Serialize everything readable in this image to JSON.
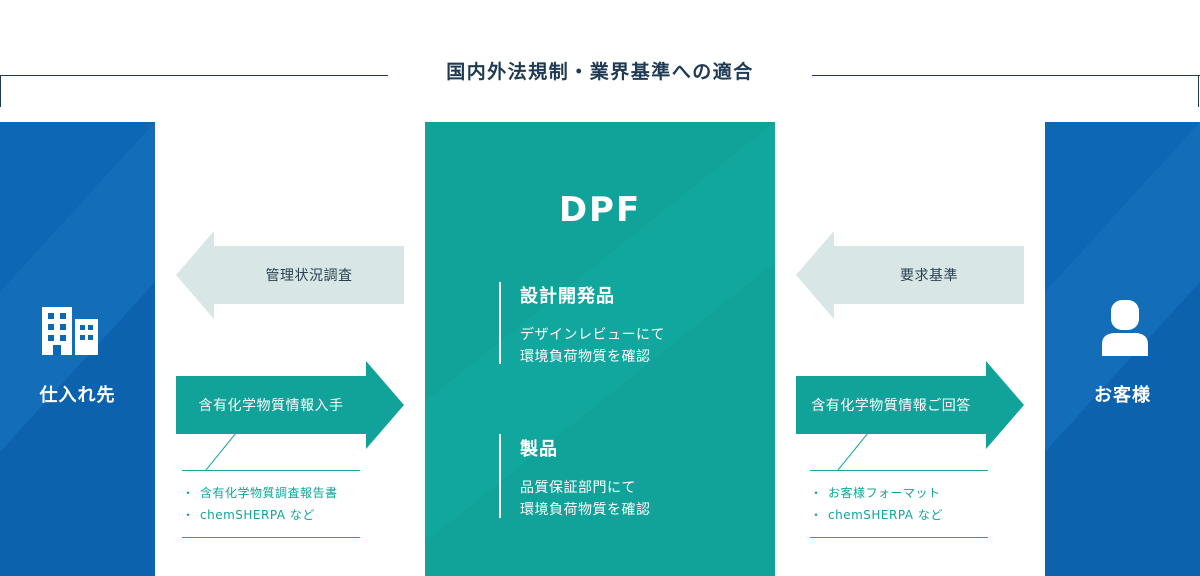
{
  "header": {
    "title": "国内外法規制・業界基準への適合"
  },
  "supplier": {
    "label": "仕入れ先",
    "icon": "building-icon"
  },
  "customer": {
    "label": "お客様",
    "icon": "person-icon"
  },
  "center": {
    "title": "DPF",
    "sections": [
      {
        "title": "設計開発品",
        "desc_line1": "デザインレビューにて",
        "desc_line2": "環境負荷物質を確認"
      },
      {
        "title": "製品",
        "desc_line1": "品質保証部門にて",
        "desc_line2": "環境負荷物質を確認"
      }
    ]
  },
  "arrows": {
    "left_top": "管理状況調査",
    "left_bottom": "含有化学物質情報入手",
    "right_top": "要求基準",
    "right_bottom": "含有化学物質情報ご回答"
  },
  "notes": {
    "left": [
      "含有化学物質調査報告書",
      "chemSHERPA など"
    ],
    "right": [
      "お客様フォーマット",
      "chemSHERPA など"
    ],
    "bullet": "・"
  },
  "colors": {
    "side_blue": "#0e67b4",
    "center_teal": "#11a39a",
    "light_arrow": "#d8e6e6",
    "dark_text": "#1f3a52"
  }
}
